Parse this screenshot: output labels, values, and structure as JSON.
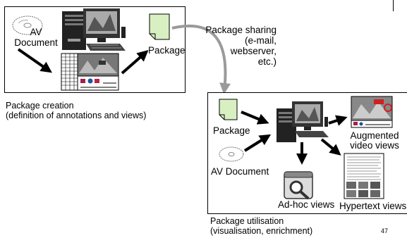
{
  "creation": {
    "av_document_label": "AV\nDocument",
    "package_label": "Package",
    "caption_line1": "Package creation",
    "caption_line2": "(definition of annotations and views)"
  },
  "sharing": {
    "title": "Package sharing",
    "line2": "(e-mail,",
    "line3": "webserver,",
    "line4": "etc.)"
  },
  "utilisation": {
    "package_label": "Package",
    "av_document_label": "AV Document",
    "augmented_label_1": "Augmented",
    "augmented_label_2": "video views",
    "adhoc_label": "Ad-hoc views",
    "hypertext_label": "Hypertext views",
    "caption_line1": "Package utilisation",
    "caption_line2": "(visualisation, enrichment)"
  },
  "page_number": "47",
  "colors": {
    "package_fill": "#d8efc2",
    "arrow_gray": "#9a9a9a",
    "magnifier_fill": "#dcdcdc",
    "accent_red": "#d02020"
  }
}
